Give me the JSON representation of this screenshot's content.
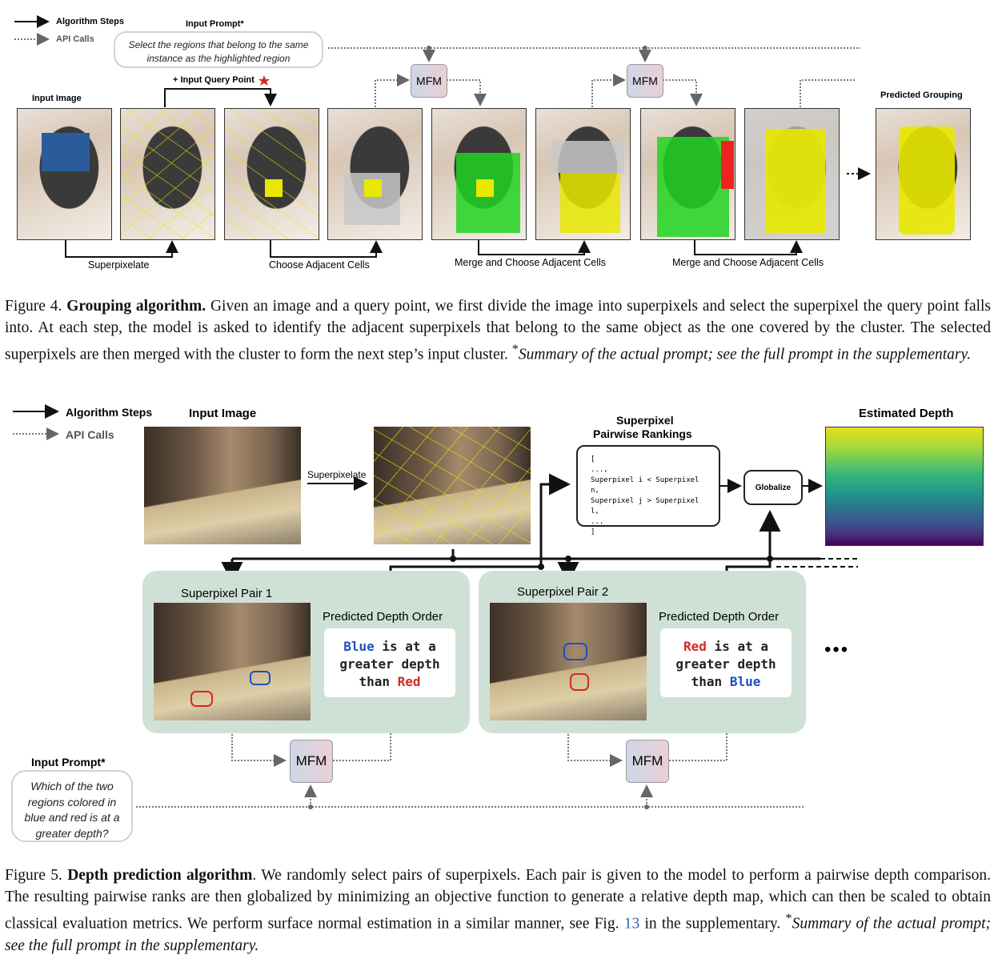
{
  "fig4": {
    "legend": {
      "steps": "Algorithm Steps",
      "api": "API Calls"
    },
    "input_prompt_title": "Input Prompt*",
    "input_prompt_text": "Select the regions that belong to the same instance as the highlighted region",
    "query_point": "+ Input Query Point",
    "input_image": "Input Image",
    "predicted_grouping": "Predicted Grouping",
    "mfm": "MFM",
    "step_superpixelate": "Superpixelate",
    "step_choose": "Choose Adjacent Cells",
    "step_merge1": "Merge and Choose Adjacent Cells",
    "step_merge2": "Merge and Choose Adjacent Cells",
    "caption_label": "Figure 4.",
    "caption_title": "Grouping algorithm.",
    "caption_text": "Given an image and a query point, we first divide the image into superpixels and select the superpixel the query point falls into. At each step, the model is asked to identify the adjacent superpixels that belong to the same object as the one covered by the cluster. The selected superpixels are then merged with the cluster to form the next step’s input cluster.",
    "caption_note": "Summary of the actual prompt; see the full prompt in the supplementary.",
    "colors": {
      "selected": "#e8e800",
      "accepted": "#21d421",
      "rejected": "#ee2222",
      "grey": "#c8c8c8"
    }
  },
  "fig5": {
    "legend": {
      "steps": "Algorithm Steps",
      "api": "API Calls"
    },
    "input_image": "Input Image",
    "superpixelate": "Superpixelate",
    "rankings_title_1": "Superpixel",
    "rankings_title_2": "Pairwise Rankings",
    "rankings_lines": [
      "[",
      "...,",
      "Superpixel i < Superpixel n,",
      "Superpixel j > Superpixel l,",
      "...",
      "]"
    ],
    "globalize": "Globalize",
    "estimated_depth": "Estimated Depth",
    "pair1_title": "Superpixel Pair 1",
    "pair2_title": "Superpixel Pair 2",
    "pdo": "Predicted Depth Order",
    "pair1_answer": {
      "first": "Blue",
      "mid1": " is at a",
      "mid2": "greater depth",
      "mid3": "than ",
      "second": "Red"
    },
    "pair2_answer": {
      "first": "Red",
      "mid1": " is at a",
      "mid2": "greater depth",
      "mid3": "than ",
      "second": "Blue"
    },
    "mfm": "MFM",
    "input_prompt_title": "Input Prompt*",
    "input_prompt_text": "Which of the two regions colored in blue and red is at a greater depth?",
    "ellipsis": "•••",
    "caption_label": "Figure 5.",
    "caption_title": "Depth prediction algorithm",
    "caption_text_1": ". We randomly select pairs of superpixels. Each pair is given to the model to perform a pairwise depth comparison. The resulting pairwise ranks are then globalized by minimizing an objective function to generate a relative depth map, which can then be scaled to obtain classical evaluation metrics. We perform surface normal estimation in a similar manner, see Fig.",
    "caption_ref": "13",
    "caption_text_2": "in the supplementary.",
    "caption_note": "Summary of the actual prompt; see the full prompt in the supplementary."
  }
}
